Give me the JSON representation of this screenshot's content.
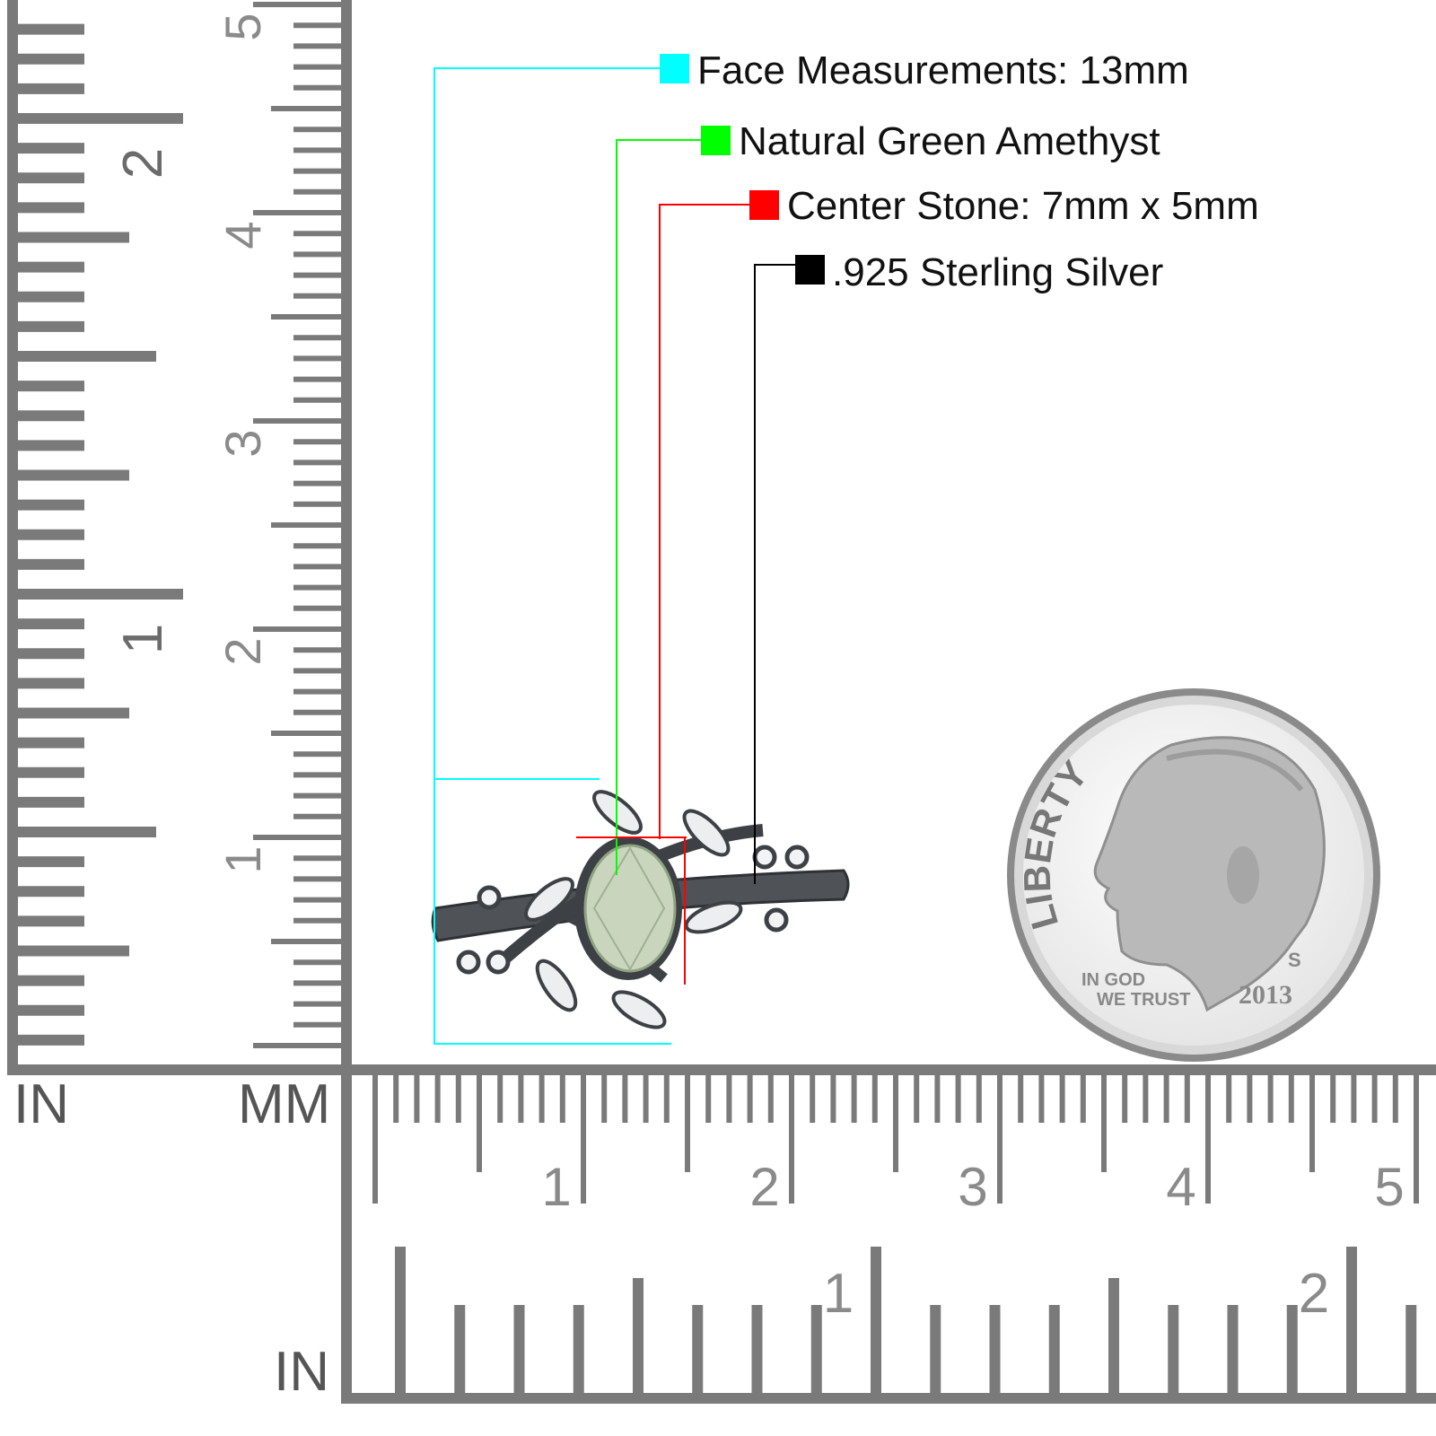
{
  "legend": [
    {
      "label": "Face Measurements: 13mm",
      "color": "#00ffff"
    },
    {
      "label": "Natural Green Amethyst",
      "color": "#00ff00"
    },
    {
      "label": "Center Stone: 7mm x 5mm",
      "color": "#ff0000"
    },
    {
      "label": ".925 Sterling Silver",
      "color": "#000000"
    }
  ],
  "rulers": {
    "left_unit_in": "IN",
    "left_unit_mm": "MM",
    "bottom_unit_in": "IN",
    "vertical_inch_labels": [
      "1",
      "2"
    ],
    "vertical_cm_labels": [
      "1",
      "2",
      "3",
      "4",
      "5"
    ],
    "horizontal_cm_labels": [
      "1",
      "2",
      "3",
      "4",
      "5"
    ],
    "horizontal_inch_labels": [
      "1",
      "2"
    ],
    "color": "#7a7a7a"
  },
  "coin": {
    "legend": "LIBERTY",
    "motto_line1": "IN GOD",
    "motto_line2": "WE TRUST",
    "year": "2013",
    "mint_mark": "S"
  }
}
